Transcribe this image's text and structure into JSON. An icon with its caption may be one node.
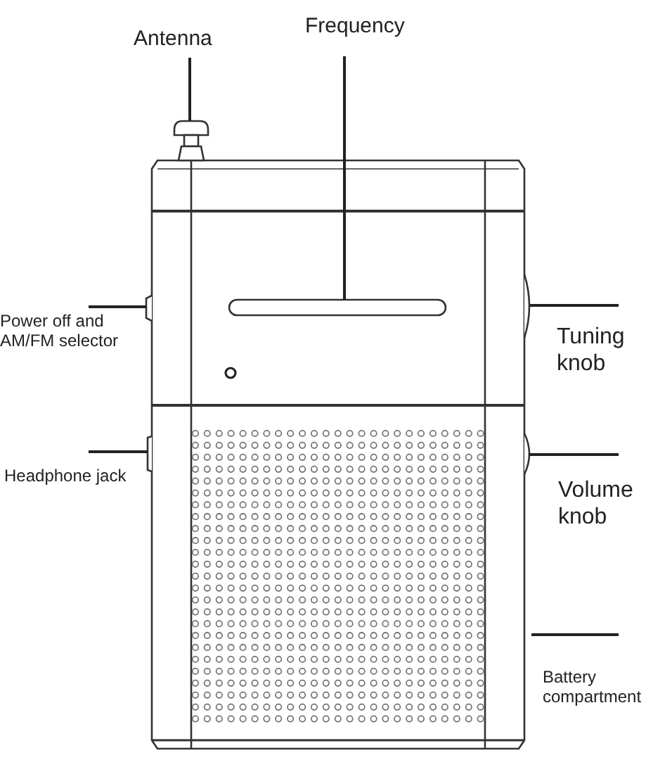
{
  "diagram": {
    "nodes": [
      {
        "text": [
          "Antenna"
        ]
      },
      {
        "text": [
          "Frequency"
        ]
      },
      {
        "text": [
          "Power off and AM/FM selector"
        ]
      },
      {
        "text": [
          "Tuning knob"
        ]
      },
      {
        "text": [
          "Headphone jack"
        ]
      },
      {
        "text": [
          "Volume knob"
        ]
      },
      {
        "text": [
          "Battery compartment"
        ]
      },
      {
        "text": [],
        "shape": "antenna"
      },
      {
        "text": [],
        "shape": "slot"
      },
      {
        "text": [],
        "shape": "switch"
      },
      {
        "text": [],
        "shape": "knob"
      },
      {
        "text": [],
        "shape": "jack"
      },
      {
        "text": [],
        "shape": "knob"
      }
    ],
    "edges": [
      {
        "from": 0,
        "to": 7,
        "arrow": "none"
      },
      {
        "from": 1,
        "to": 8,
        "arrow": "none"
      },
      {
        "from": 2,
        "to": 9,
        "arrow": "none"
      },
      {
        "from": 3,
        "to": 10,
        "arrow": "none"
      },
      {
        "from": 4,
        "to": 11,
        "arrow": "none"
      },
      {
        "from": 5,
        "to": 12,
        "arrow": "none"
      },
      {
        "from": 6,
        "to": null,
        "arrow": "none"
      }
    ]
  }
}
